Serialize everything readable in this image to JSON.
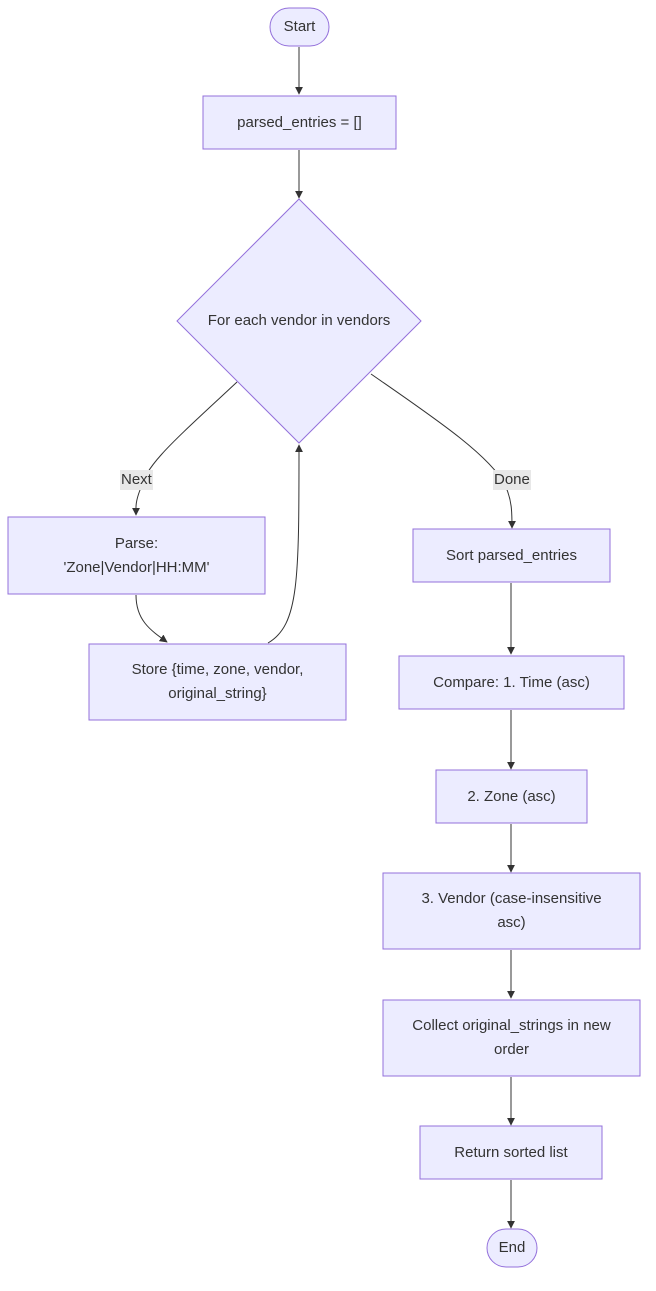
{
  "colors": {
    "node_fill": "#ECECFF",
    "node_stroke": "#9370DB",
    "edge": "#333333",
    "edge_label_bg": "#e8e8e8",
    "text": "#333333"
  },
  "nodes": {
    "start": "Start",
    "init": "parsed_entries = []",
    "loop": "For each vendor in vendors",
    "parse_line1": "Parse:",
    "parse_line2": "'Zone|Vendor|HH:MM'",
    "store": "Store {time, zone, vendor, original_string}",
    "sort": "Sort parsed_entries",
    "compare": "Compare: 1. Time (asc)",
    "zone": "2. Zone (asc)",
    "vendor": "3. Vendor (case-insensitive asc)",
    "collect": "Collect original_strings in new order",
    "return": "Return sorted list",
    "end": "End"
  },
  "edge_labels": {
    "next": "Next",
    "done": "Done"
  }
}
